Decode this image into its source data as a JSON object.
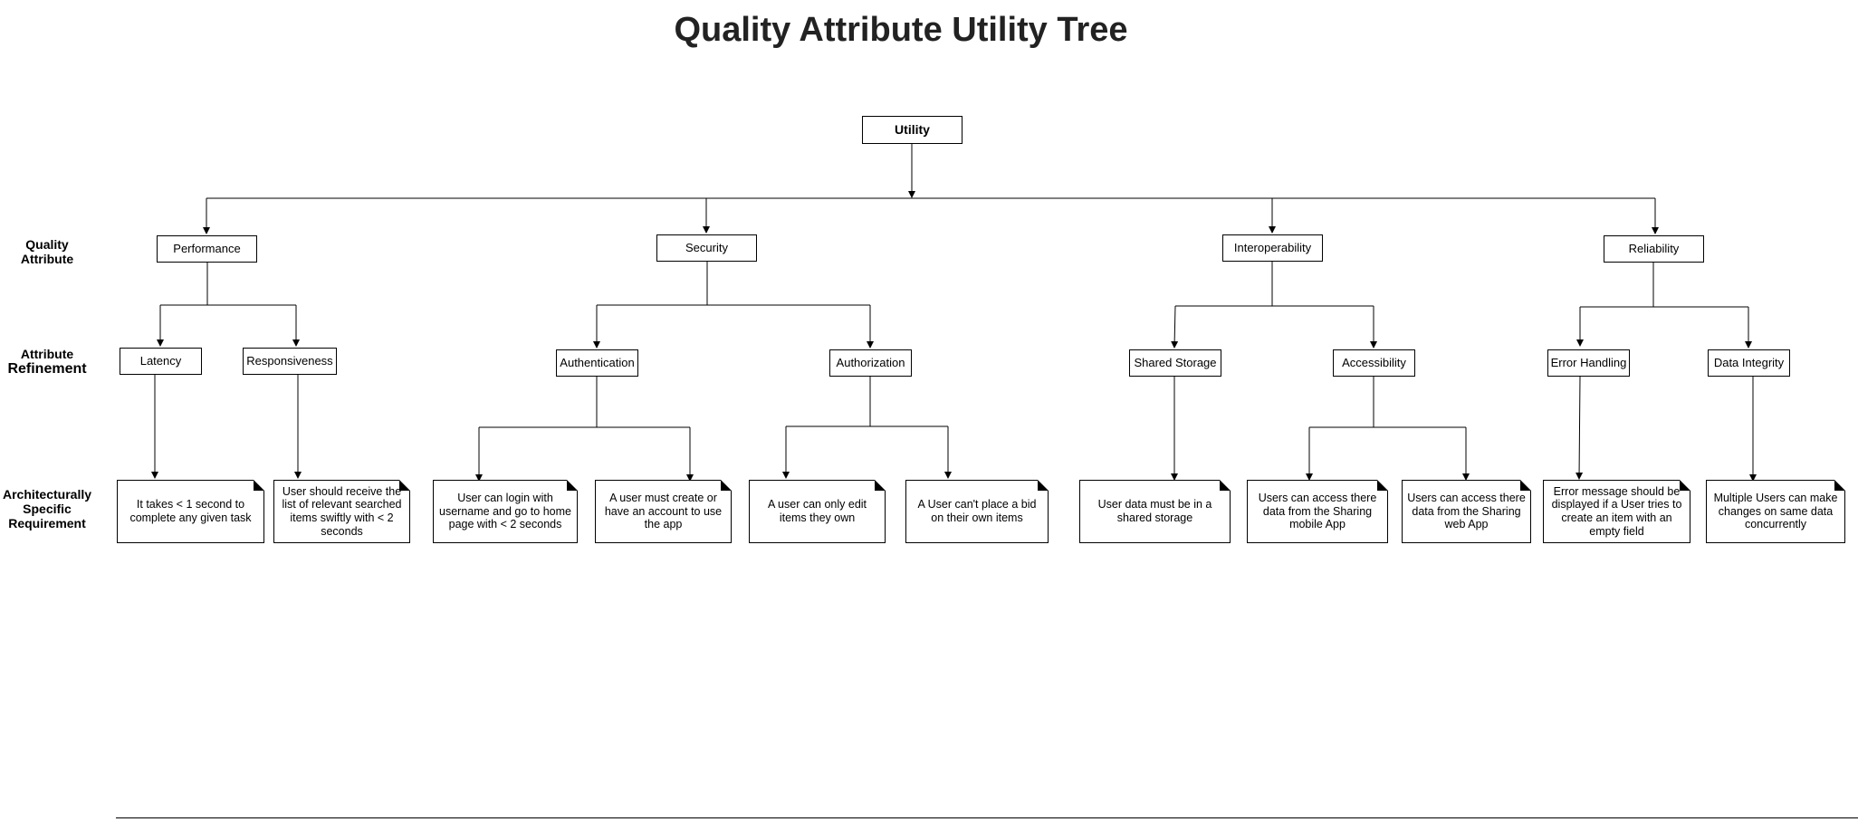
{
  "title": "Quality Attribute Utility Tree",
  "row_labels": {
    "quality_attribute": [
      "Quality",
      "Attribute"
    ],
    "attribute_refinement": [
      "Attribute",
      "Refinement"
    ],
    "requirement": [
      "Architecturally",
      "Specific",
      "Requirement"
    ]
  },
  "root": "Utility",
  "attributes": [
    {
      "label": "Performance",
      "refinements": [
        {
          "label": "Latency",
          "requirements": [
            "It takes < 1 second to complete any given task"
          ]
        },
        {
          "label": "Responsiveness",
          "requirements": [
            "User should receive the list of relevant searched items swiftly with < 2 seconds"
          ]
        }
      ]
    },
    {
      "label": "Security",
      "refinements": [
        {
          "label": "Authentication",
          "requirements": [
            "User can login with username and go to home page with < 2 seconds",
            "A user must create or have an account to use the app"
          ]
        },
        {
          "label": "Authorization",
          "requirements": [
            "A user can only edit items they own",
            "A User can't place a bid on their own items"
          ]
        }
      ]
    },
    {
      "label": "Interoperability",
      "refinements": [
        {
          "label": "Shared Storage",
          "requirements": [
            "User data must be in a shared storage"
          ]
        },
        {
          "label": "Accessibility",
          "requirements": [
            "Users can access there data from the Sharing mobile App",
            "Users can access there data from the Sharing web App"
          ]
        }
      ]
    },
    {
      "label": "Reliability",
      "refinements": [
        {
          "label": "Error Handling",
          "requirements": [
            "Error message should be displayed if a User tries to create an item with an empty field"
          ]
        },
        {
          "label": "Data Integrity",
          "requirements": [
            "Multiple Users can make changes on same data concurrently"
          ]
        }
      ]
    }
  ]
}
